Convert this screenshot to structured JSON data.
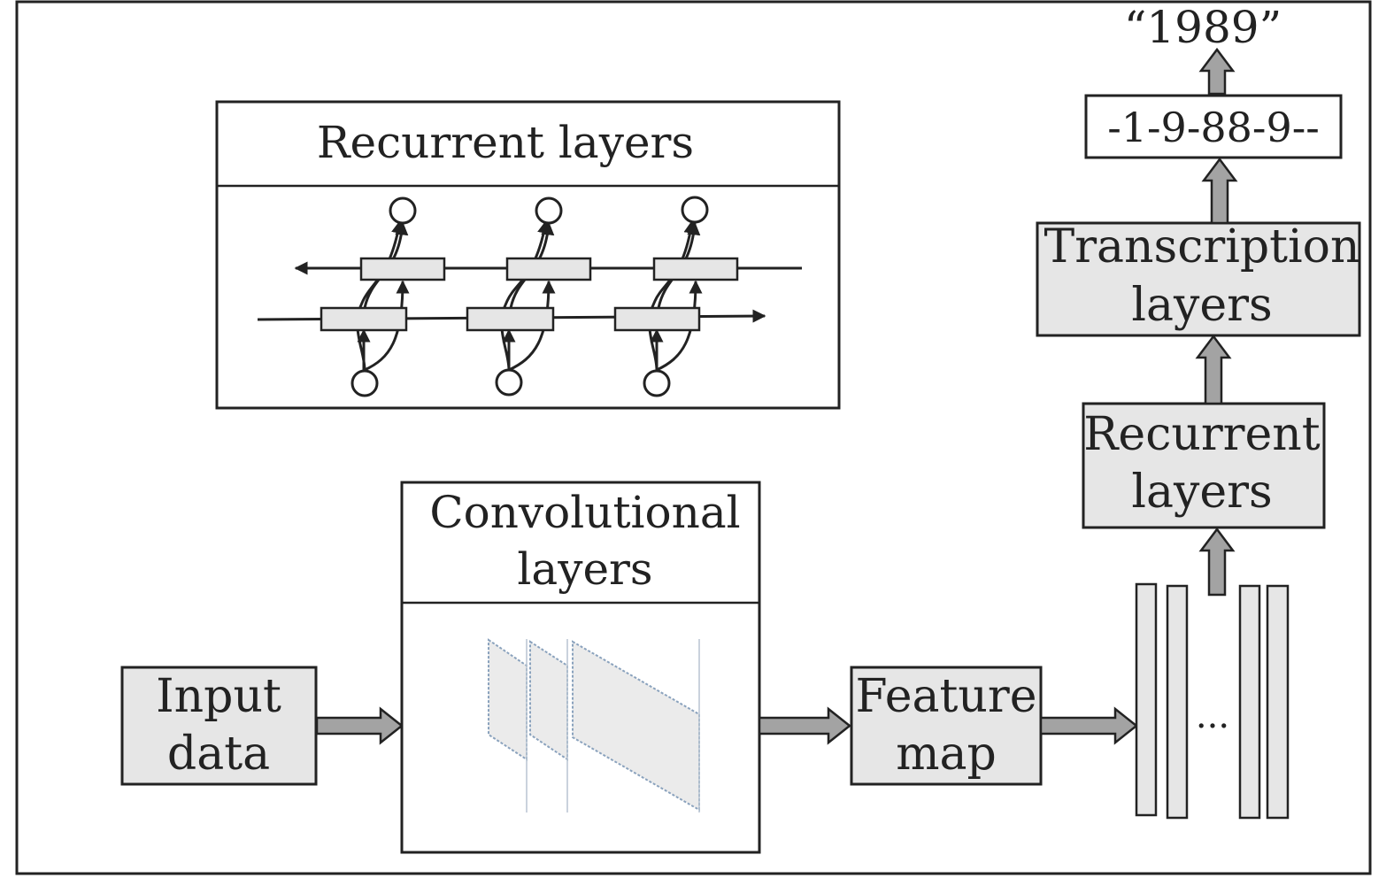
{
  "diagram": {
    "input_box": {
      "line1": "Input",
      "line2": "data"
    },
    "conv_box": {
      "line1": "Convolutional",
      "line2": "layers"
    },
    "feature_box": {
      "line1": "Feature",
      "line2": "map"
    },
    "sequence_ellipsis": "...",
    "recurrent_box": {
      "line1": "Recurrent",
      "line2": "layers"
    },
    "transcription_box": {
      "line1": "Transcription",
      "line2": "layers"
    },
    "sequence_output": "-1-9-88-9--",
    "final_output": "“1989”",
    "recurrent_detail": {
      "title": "Recurrent layers"
    }
  }
}
